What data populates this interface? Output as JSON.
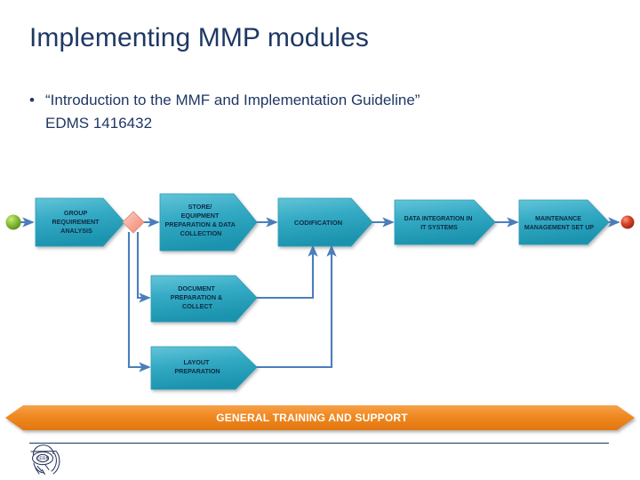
{
  "slide": {
    "title": "Implementing MMP modules",
    "bullets": [
      {
        "marker": "•",
        "line1": "“Introduction to the MMF and Implementation Guideline”",
        "line2": "EDMS 1416432"
      }
    ],
    "footer_logo": "cern-logo"
  },
  "chart_data": {
    "type": "diagram",
    "title": "MMP implementation process flow",
    "diagram_kind": "flowchart",
    "orientation": "left-to-right",
    "colors": {
      "node_fill_light": "#4FBBD0",
      "node_fill_dark": "#1E9BB5",
      "node_stroke": "#2A9BB2",
      "node_text": "#102A43",
      "connector": "#4A7EBB",
      "decision_fill": "#F7AFA0",
      "decision_stroke": "#D98E7E",
      "start_node": "#8DC63F",
      "end_node": "#D94B2B",
      "banner_fill": "#F08A24",
      "banner_text": "#FFFFFF",
      "title_text": "#1F3864",
      "rule": "#17375E"
    },
    "nodes": [
      {
        "id": "start",
        "kind": "start-marker",
        "label": "",
        "row": "top"
      },
      {
        "id": "n1",
        "kind": "chevron",
        "label": "GROUP REQUIREMENT ANALYSIS",
        "lines": [
          "GROUP",
          "REQUIREMENT",
          "ANALYSIS"
        ],
        "row": "top"
      },
      {
        "id": "d1",
        "kind": "decision",
        "label": "",
        "row": "top"
      },
      {
        "id": "n2",
        "kind": "chevron",
        "label": "STORE/ EQUIPMENT PREPARATION & DATA COLLECTION",
        "lines": [
          "STORE/",
          "EQUIPMENT",
          "PREPARATION & DATA",
          "COLLECTION"
        ],
        "row": "top"
      },
      {
        "id": "n3",
        "kind": "chevron",
        "label": "CODIFICATION",
        "lines": [
          "CODIFICATION"
        ],
        "row": "top"
      },
      {
        "id": "n4",
        "kind": "chevron",
        "label": "DATA INTEGRATION IN IT SYSTEMS",
        "lines": [
          "DATA INTEGRATION IN",
          "IT SYSTEMS"
        ],
        "row": "top"
      },
      {
        "id": "n5",
        "kind": "chevron",
        "label": "MAINTENANCE MANAGEMENT SET UP",
        "lines": [
          "MAINTENANCE",
          "MANAGEMENT SET UP"
        ],
        "row": "top"
      },
      {
        "id": "end",
        "kind": "end-marker",
        "label": "",
        "row": "top"
      },
      {
        "id": "n6",
        "kind": "chevron",
        "label": "DOCUMENT PREPARATION & COLLECT",
        "lines": [
          "DOCUMENT",
          "PREPARATION &",
          "COLLECT"
        ],
        "row": "middle"
      },
      {
        "id": "n7",
        "kind": "chevron",
        "label": "LAYOUT PREPARATION",
        "lines": [
          "LAYOUT",
          "PREPARATION"
        ],
        "row": "bottom"
      }
    ],
    "edges": [
      {
        "from": "start",
        "to": "n1"
      },
      {
        "from": "n1",
        "to": "d1"
      },
      {
        "from": "d1",
        "to": "n2"
      },
      {
        "from": "n2",
        "to": "n3"
      },
      {
        "from": "n3",
        "to": "n4"
      },
      {
        "from": "n4",
        "to": "n5"
      },
      {
        "from": "n5",
        "to": "end"
      },
      {
        "from": "d1",
        "to": "n6",
        "routing": "down-then-right"
      },
      {
        "from": "d1",
        "to": "n7",
        "routing": "down-then-right"
      },
      {
        "from": "n6",
        "to": "n3",
        "routing": "right-then-up"
      },
      {
        "from": "n7",
        "to": "n3",
        "routing": "right-then-up"
      }
    ],
    "banner": {
      "label": "GENERAL TRAINING AND SUPPORT",
      "shape": "double-headed-arrow"
    }
  }
}
